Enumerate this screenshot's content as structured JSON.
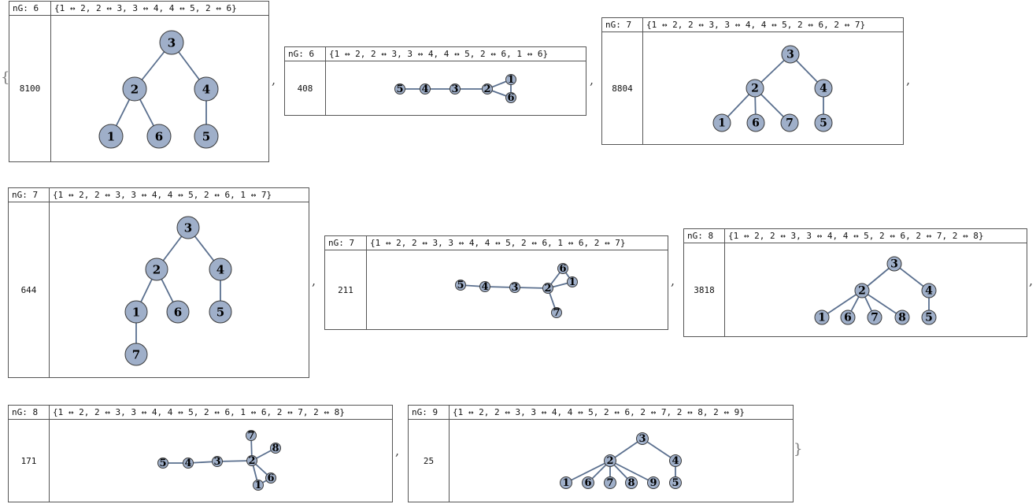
{
  "brackets": {
    "open": "{",
    "close": "}",
    "separator": ","
  },
  "cells": [
    {
      "ng": "nG: 6",
      "edges": "{1 ↔ 2, 2 ↔ 3, 3 ↔ 4, 4 ↔ 5, 2 ↔ 6}",
      "count": "8100",
      "nodes": [
        "1",
        "2",
        "3",
        "4",
        "5",
        "6"
      ],
      "edge_list": [
        [
          "1",
          "2"
        ],
        [
          "2",
          "3"
        ],
        [
          "3",
          "4"
        ],
        [
          "4",
          "5"
        ],
        [
          "2",
          "6"
        ]
      ]
    },
    {
      "ng": "nG: 6",
      "edges": "{1 ↔ 2, 2 ↔ 3, 3 ↔ 4, 4 ↔ 5, 2 ↔ 6, 1 ↔ 6}",
      "count": "408",
      "nodes": [
        "1",
        "2",
        "3",
        "4",
        "5",
        "6"
      ],
      "edge_list": [
        [
          "1",
          "2"
        ],
        [
          "2",
          "3"
        ],
        [
          "3",
          "4"
        ],
        [
          "4",
          "5"
        ],
        [
          "2",
          "6"
        ],
        [
          "1",
          "6"
        ]
      ]
    },
    {
      "ng": "nG: 7",
      "edges": "{1 ↔ 2, 2 ↔ 3, 3 ↔ 4, 4 ↔ 5, 2 ↔ 6, 2 ↔ 7}",
      "count": "8804",
      "nodes": [
        "1",
        "2",
        "3",
        "4",
        "5",
        "6",
        "7"
      ],
      "edge_list": [
        [
          "1",
          "2"
        ],
        [
          "2",
          "3"
        ],
        [
          "3",
          "4"
        ],
        [
          "4",
          "5"
        ],
        [
          "2",
          "6"
        ],
        [
          "2",
          "7"
        ]
      ]
    },
    {
      "ng": "nG: 7",
      "edges": "{1 ↔ 2, 2 ↔ 3, 3 ↔ 4, 4 ↔ 5, 2 ↔ 6, 1 ↔ 7}",
      "count": "644",
      "nodes": [
        "1",
        "2",
        "3",
        "4",
        "5",
        "6",
        "7"
      ],
      "edge_list": [
        [
          "1",
          "2"
        ],
        [
          "2",
          "3"
        ],
        [
          "3",
          "4"
        ],
        [
          "4",
          "5"
        ],
        [
          "2",
          "6"
        ],
        [
          "1",
          "7"
        ]
      ]
    },
    {
      "ng": "nG: 7",
      "edges": "{1 ↔ 2, 2 ↔ 3, 3 ↔ 4, 4 ↔ 5, 2 ↔ 6, 1 ↔ 6, 2 ↔ 7}",
      "count": "211",
      "nodes": [
        "1",
        "2",
        "3",
        "4",
        "5",
        "6",
        "7"
      ],
      "edge_list": [
        [
          "1",
          "2"
        ],
        [
          "2",
          "3"
        ],
        [
          "3",
          "4"
        ],
        [
          "4",
          "5"
        ],
        [
          "2",
          "6"
        ],
        [
          "1",
          "6"
        ],
        [
          "2",
          "7"
        ]
      ]
    },
    {
      "ng": "nG: 8",
      "edges": "{1 ↔ 2, 2 ↔ 3, 3 ↔ 4, 4 ↔ 5, 2 ↔ 6, 2 ↔ 7, 2 ↔ 8}",
      "count": "3818",
      "nodes": [
        "1",
        "2",
        "3",
        "4",
        "5",
        "6",
        "7",
        "8"
      ],
      "edge_list": [
        [
          "1",
          "2"
        ],
        [
          "2",
          "3"
        ],
        [
          "3",
          "4"
        ],
        [
          "4",
          "5"
        ],
        [
          "2",
          "6"
        ],
        [
          "2",
          "7"
        ],
        [
          "2",
          "8"
        ]
      ]
    },
    {
      "ng": "nG: 8",
      "edges": "{1 ↔ 2, 2 ↔ 3, 3 ↔ 4, 4 ↔ 5, 2 ↔ 6, 1 ↔ 6, 2 ↔ 7, 2 ↔ 8}",
      "count": "171",
      "nodes": [
        "1",
        "2",
        "3",
        "4",
        "5",
        "6",
        "7",
        "8"
      ],
      "edge_list": [
        [
          "1",
          "2"
        ],
        [
          "2",
          "3"
        ],
        [
          "3",
          "4"
        ],
        [
          "4",
          "5"
        ],
        [
          "2",
          "6"
        ],
        [
          "1",
          "6"
        ],
        [
          "2",
          "7"
        ],
        [
          "2",
          "8"
        ]
      ]
    },
    {
      "ng": "nG: 9",
      "edges": "{1 ↔ 2, 2 ↔ 3, 3 ↔ 4, 4 ↔ 5, 2 ↔ 6, 2 ↔ 7, 2 ↔ 8, 2 ↔ 9}",
      "count": "25",
      "nodes": [
        "1",
        "2",
        "3",
        "4",
        "5",
        "6",
        "7",
        "8",
        "9"
      ],
      "edge_list": [
        [
          "1",
          "2"
        ],
        [
          "2",
          "3"
        ],
        [
          "3",
          "4"
        ],
        [
          "4",
          "5"
        ],
        [
          "2",
          "6"
        ],
        [
          "2",
          "7"
        ],
        [
          "2",
          "8"
        ],
        [
          "2",
          "9"
        ]
      ]
    }
  ]
}
